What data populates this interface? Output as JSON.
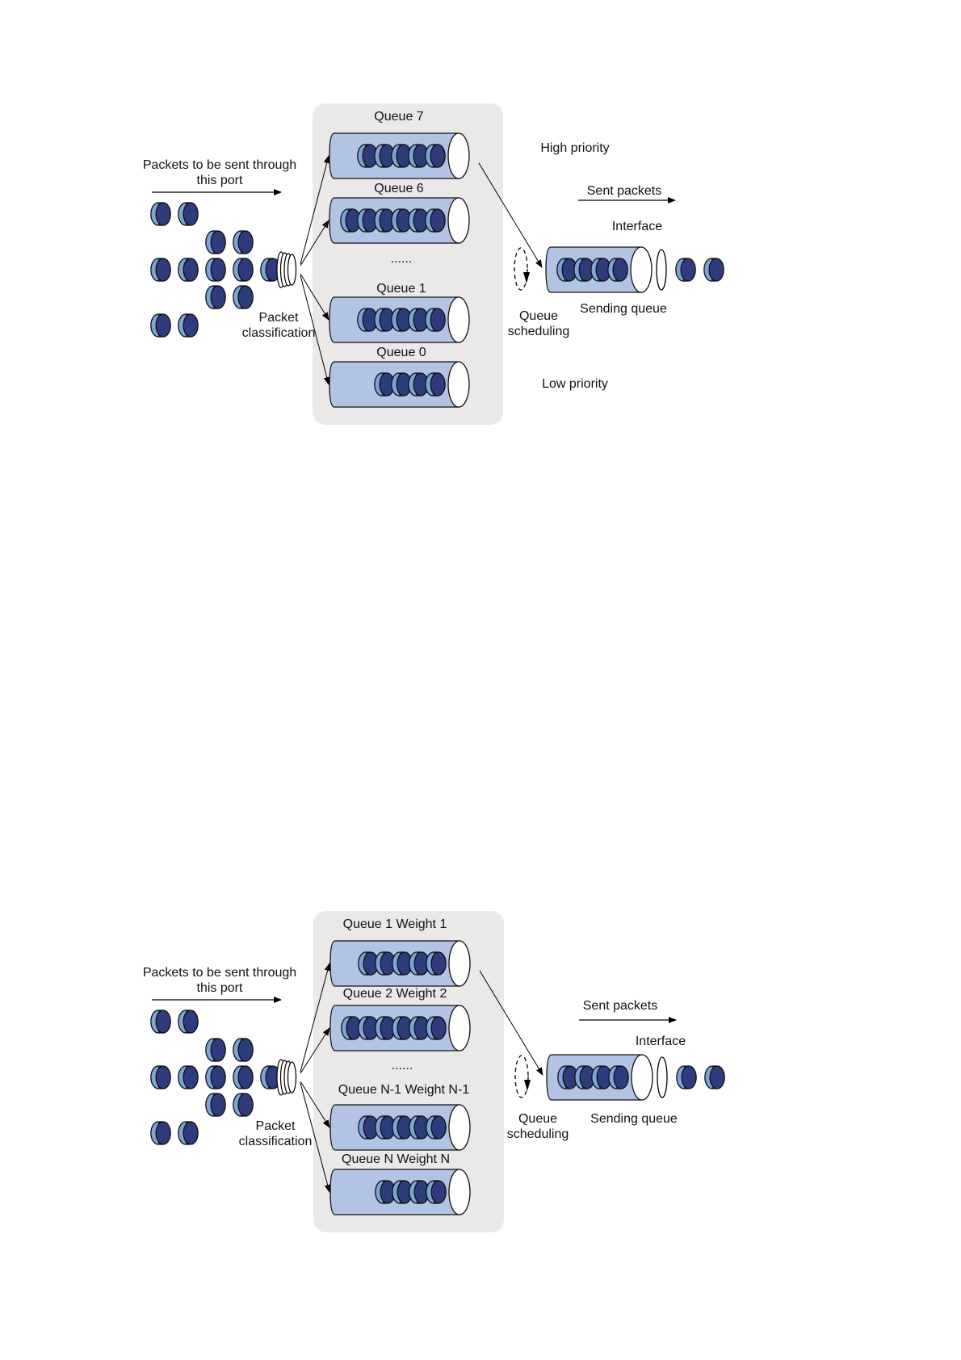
{
  "figures": [
    {
      "id": "strict-priority",
      "input_label_line1": "Packets to be sent through",
      "input_label_line2": "this port",
      "classifier_label_line1": "Packet",
      "classifier_label_line2": "classification",
      "queues": [
        {
          "label": "Queue 7",
          "packets": 5
        },
        {
          "label": "Queue 6",
          "packets": 6
        },
        {
          "label": "Queue 1",
          "packets": 5
        },
        {
          "label": "Queue 0",
          "packets": 4
        }
      ],
      "ellipsis": "......",
      "scheduler_label_line1": "Queue",
      "scheduler_label_line2": "scheduling",
      "sending_queue_label": "Sending queue",
      "sent_packets_label": "Sent packets",
      "interface_label": "Interface",
      "high_priority_label": "High priority",
      "low_priority_label": "Low priority"
    },
    {
      "id": "weighted",
      "input_label_line1": "Packets to be sent through",
      "input_label_line2": "this port",
      "classifier_label_line1": "Packet",
      "classifier_label_line2": "classification",
      "queues": [
        {
          "label": "Queue 1 Weight 1",
          "packets": 5
        },
        {
          "label": "Queue 2 Weight 2",
          "packets": 6
        },
        {
          "label": "Queue N-1 Weight N-1",
          "packets": 5
        },
        {
          "label": "Queue N Weight N",
          "packets": 4
        }
      ],
      "ellipsis": "......",
      "scheduler_label_line1": "Queue",
      "scheduler_label_line2": "scheduling",
      "sending_queue_label": "Sending queue",
      "sent_packets_label": "Sent packets",
      "interface_label": "Interface"
    }
  ],
  "colors": {
    "panel": "#ebe9e7",
    "tube": "#b3c3e4",
    "packet_dark": "#2f3c7c",
    "packet_light": "#7ca4d6"
  }
}
